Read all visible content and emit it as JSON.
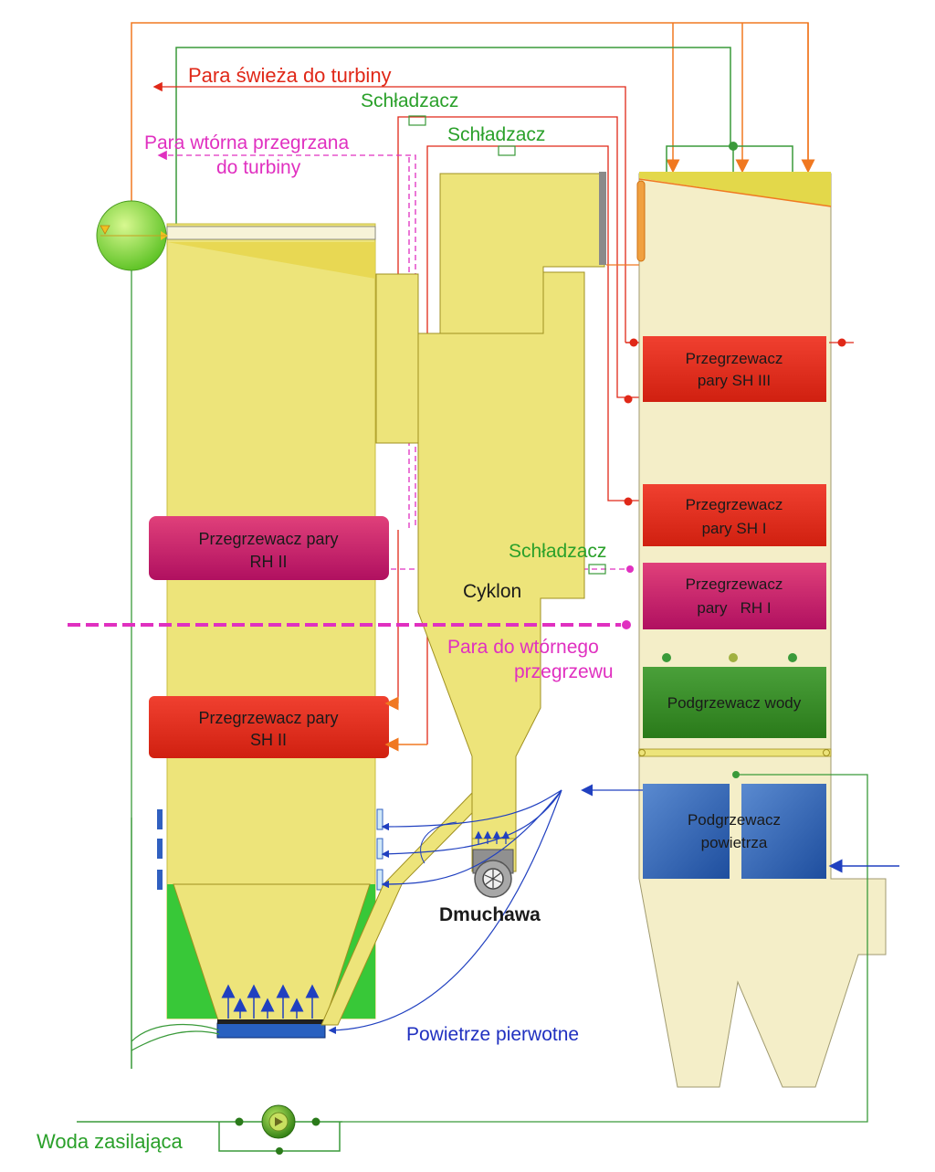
{
  "labels": {
    "fresh_steam": "Para świeża do turbiny",
    "desuperheater_1": "Schładzacz",
    "desuperheater_2": "Schładzacz",
    "desuperheater_3": "Schładzacz",
    "reheat_steam_line1": "Para wtórna przegrzana",
    "reheat_steam_line2": "do turbiny",
    "cyclone": "Cyklon",
    "blower": "Dmuchawa",
    "primary_air": "Powietrze pierwotne",
    "feed_water": "Woda zasilająca",
    "reheat_inlet_line1": "Para do wtórnego",
    "reheat_inlet_line2": "przegrzewu"
  },
  "boxes": {
    "sh3": {
      "line1": "Przegrzewacz",
      "line2": "pary SH III"
    },
    "sh1": {
      "line1": "Przegrzewacz",
      "line2": "pary SH I"
    },
    "rh1": {
      "line1": "Przegrzewacz",
      "line2": "pary   RH I"
    },
    "economizer": {
      "line1": "Podgrzewacz wody"
    },
    "air_heater": {
      "line1": "Podgrzewacz",
      "line2": "powietrza"
    },
    "rh2": {
      "line1": "Przegrzewacz pary",
      "line2": "RH II"
    },
    "sh2": {
      "line1": "Przegrzewacz pary",
      "line2": "SH II"
    }
  },
  "colors": {
    "furnace": "#ede47a",
    "shaft": "#f4eec8",
    "red_line": "#e02818",
    "orange_line": "#f07820",
    "green_line": "#3a9a3a",
    "magenta_line": "#e030c0",
    "blue_line": "#2850b0",
    "sh_box": "#e8281e",
    "rh_box": "#c81a6a",
    "economizer_box": "#3a9030",
    "air_heater_box": "#2e6abf",
    "label_green": "#2aa02a",
    "label_red": "#e02818",
    "label_magenta": "#e030c0",
    "label_blue": "#2030c0"
  }
}
